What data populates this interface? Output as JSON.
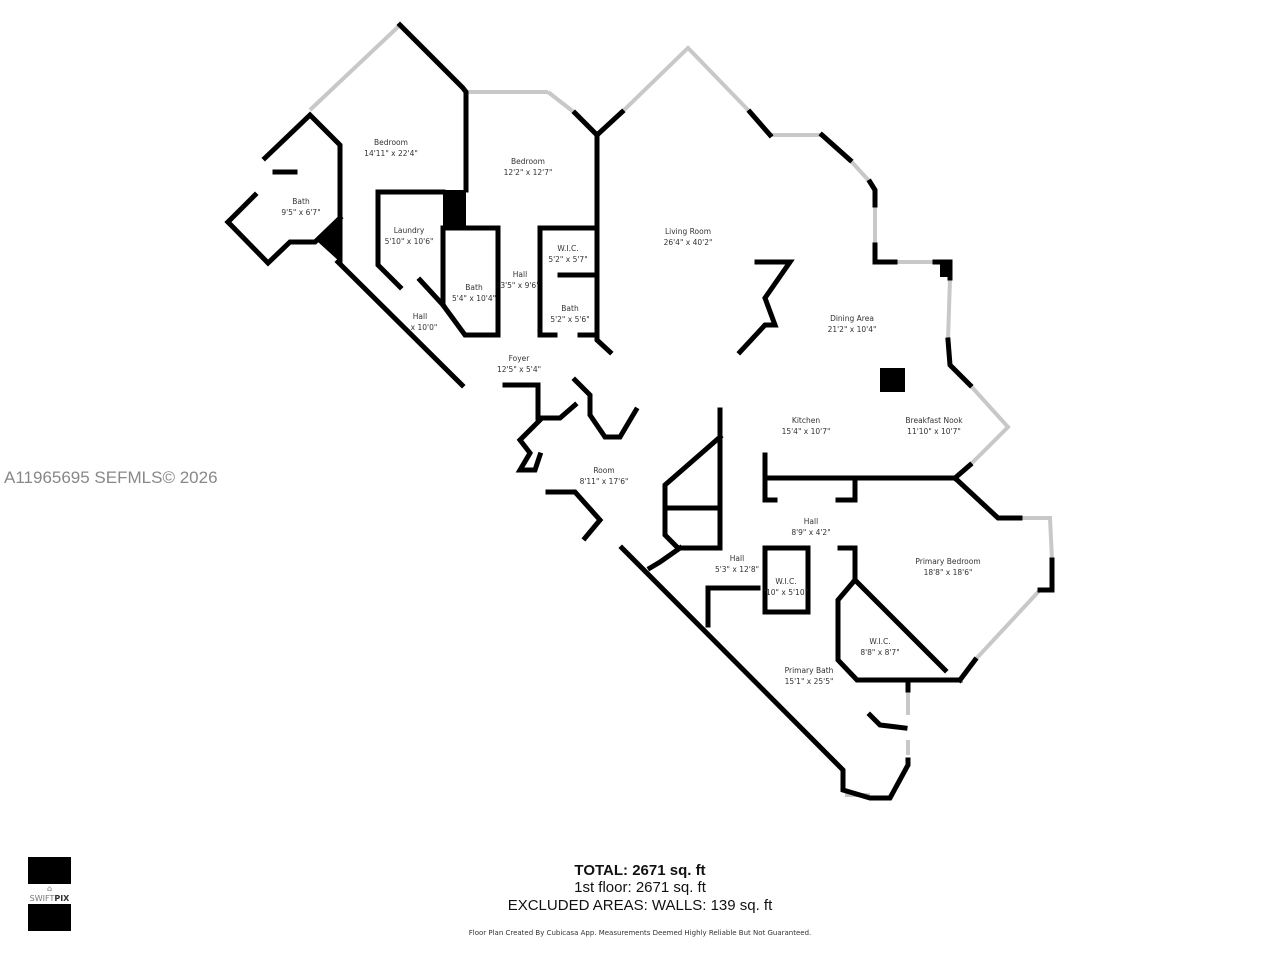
{
  "watermark": "A11965695  SEFMLS© 2026",
  "rooms": [
    {
      "name": "Bedroom",
      "size": "14'11\" x 22'4\""
    },
    {
      "name": "Bedroom",
      "size": "12'2\" x 12'7\""
    },
    {
      "name": "Bath",
      "size": "9'5\" x 6'7\""
    },
    {
      "name": "Laundry",
      "size": "5'10\" x 10'6\""
    },
    {
      "name": "Bath",
      "size": "5'4\" x 10'4\""
    },
    {
      "name": "Hall",
      "size": "3'5\" x 9'6\""
    },
    {
      "name": "W.I.C.",
      "size": "5'2\" x 5'7\""
    },
    {
      "name": "Bath",
      "size": "5'2\" x 5'6\""
    },
    {
      "name": "Hall",
      "size": "x 10'0\""
    },
    {
      "name": "Foyer",
      "size": "12'5\" x 5'4\""
    },
    {
      "name": "Living Room",
      "size": "26'4\" x 40'2\""
    },
    {
      "name": "Dining Area",
      "size": "21'2\" x 10'4\""
    },
    {
      "name": "Kitchen",
      "size": "15'4\" x 10'7\""
    },
    {
      "name": "Breakfast Nook",
      "size": "11'10\" x 10'7\""
    },
    {
      "name": "Room",
      "size": "8'11\" x 17'6\""
    },
    {
      "name": "Hall",
      "size": "8'9\" x 4'2\""
    },
    {
      "name": "Hall",
      "size": "5'3\" x 12'8\""
    },
    {
      "name": "W.I.C.",
      "size": "'10\" x 5'10\""
    },
    {
      "name": "Primary Bedroom",
      "size": "18'8\" x 18'6\""
    },
    {
      "name": "W.I.C.",
      "size": "8'8\" x 8'7\""
    },
    {
      "name": "Primary Bath",
      "size": "15'1\" x 25'5\""
    }
  ],
  "totals": {
    "total": "TOTAL: 2671 sq. ft",
    "floor1": "1st floor: 2671 sq. ft",
    "excluded": "EXCLUDED AREAS: WALLS: 139 sq. ft"
  },
  "footer": "Floor Plan Created By Cubicasa App. Measurements Deemed Highly Reliable But Not Guaranteed.",
  "logo": {
    "text_light": "SWIFT",
    "text_bold": "PIX"
  }
}
